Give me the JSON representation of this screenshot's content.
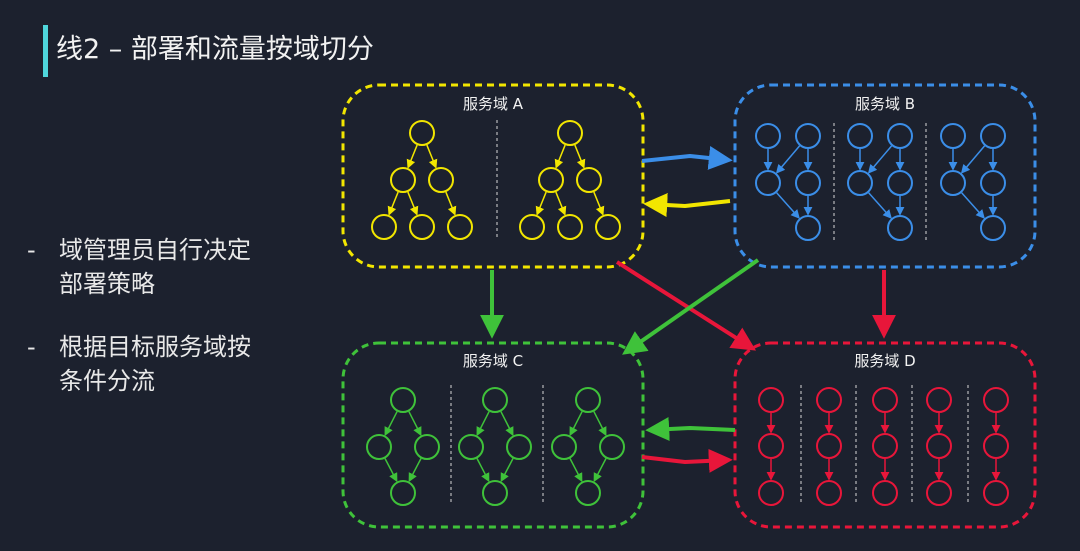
{
  "slide": {
    "title": "线2 – 部署和流量按域切分",
    "bullets": [
      {
        "dash": "-",
        "line1": "域管理员自行决定",
        "line2": "部署策略"
      },
      {
        "dash": "-",
        "line1": "根据目标服务域按",
        "line2": "条件分流"
      }
    ]
  },
  "domains": [
    {
      "id": "A",
      "label": "服务域 A",
      "color": "#f2e600"
    },
    {
      "id": "B",
      "label": "服务域 B",
      "color": "#3b8ee8"
    },
    {
      "id": "C",
      "label": "服务域 C",
      "color": "#3fc23a"
    },
    {
      "id": "D",
      "label": "服务域 D",
      "color": "#e8163a"
    }
  ],
  "colors": {
    "background": "#1c212e",
    "accent": "#4fd6dc",
    "text": "#e8e8e8"
  }
}
